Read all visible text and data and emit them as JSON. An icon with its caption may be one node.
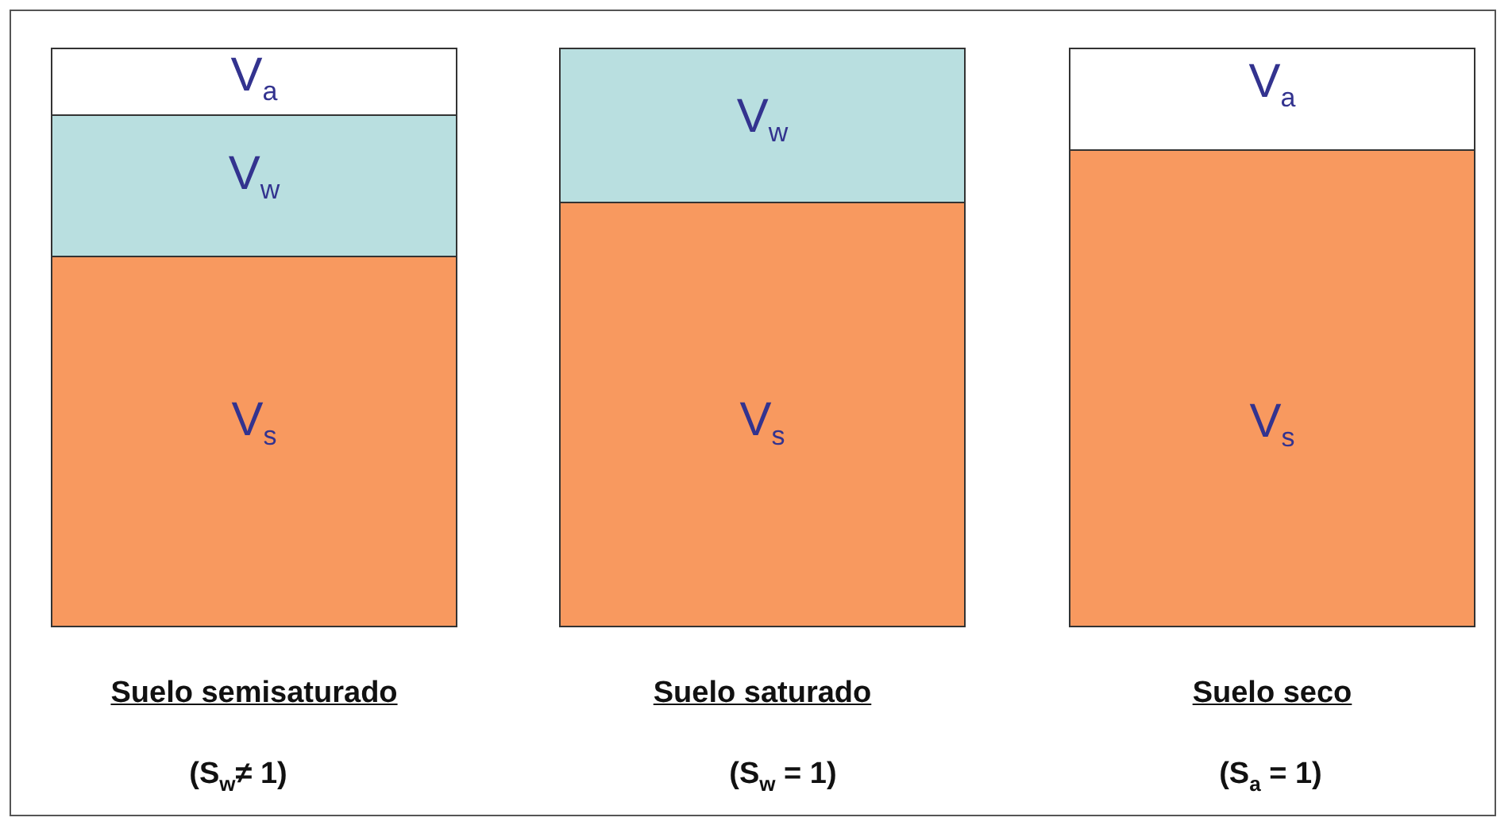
{
  "diagram": {
    "nodes": [
      {
        "text": [
          "V$_{a}$"
        ]
      },
      {
        "text": [
          "V$_{w}$"
        ]
      },
      {
        "text": [
          "V$_{s}$"
        ]
      },
      {
        "text": [
          "V$_{w}$"
        ]
      },
      {
        "text": [
          "V$_{s}$"
        ]
      },
      {
        "text": [
          "V$_{a}$"
        ]
      },
      {
        "text": [
          "V$_{s}$"
        ]
      }
    ],
    "edges": [],
    "labels": [
      "Suelo semisaturado",
      "Suelo saturado",
      "Suelo seco",
      "(S$_{w}$≠ 1)",
      "(S$_{w}$ = 1)",
      "(S$_{a}$ = 1)"
    ]
  }
}
